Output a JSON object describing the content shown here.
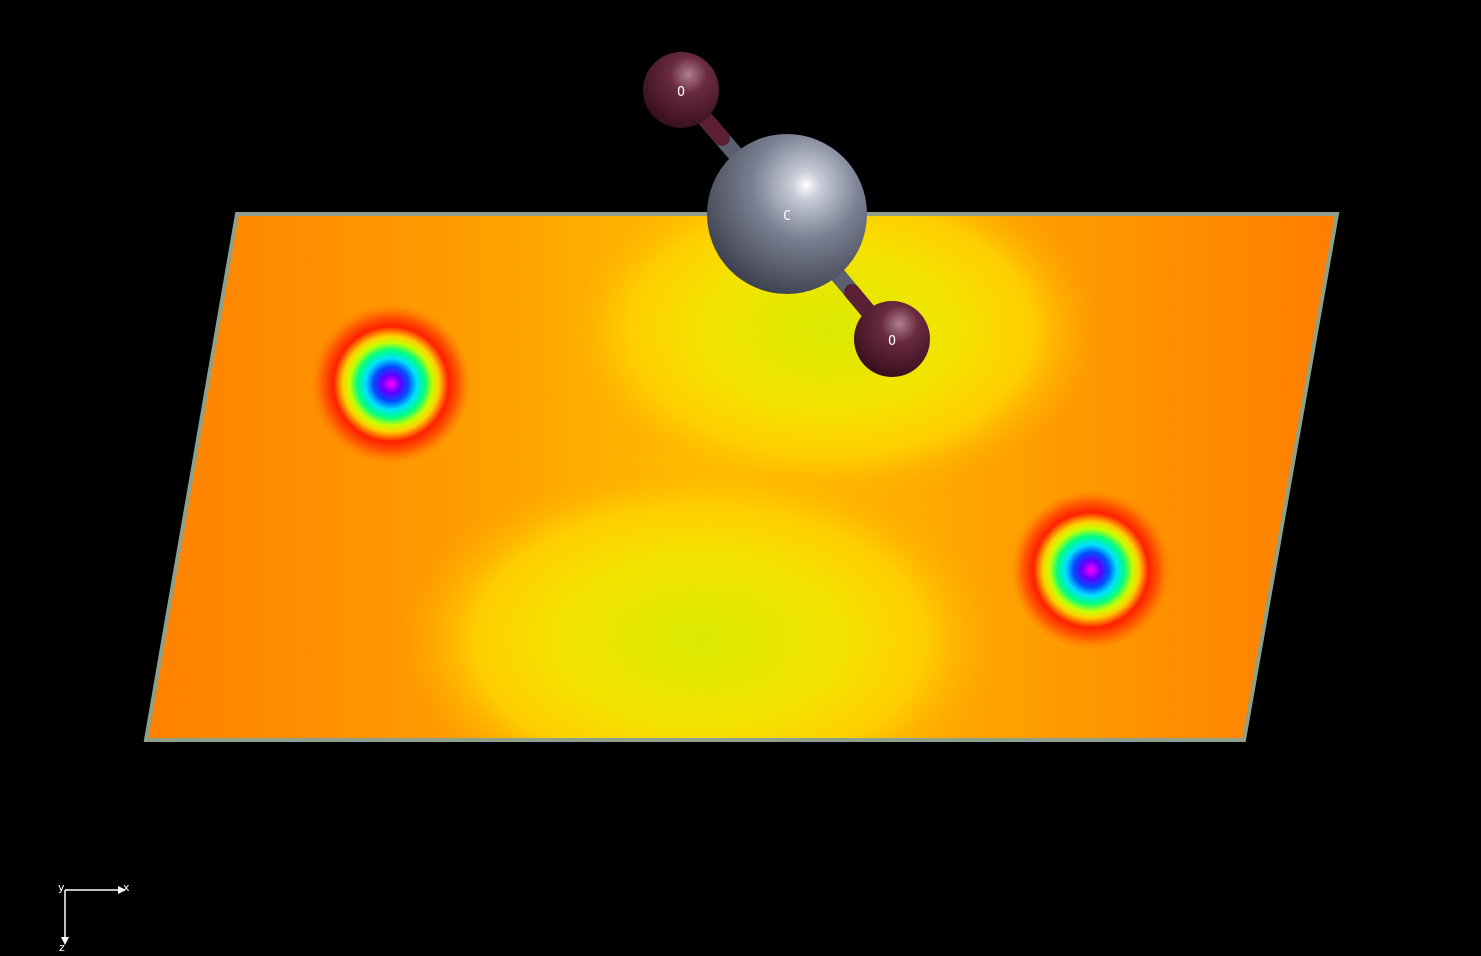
{
  "viewer": {
    "background": "#000000",
    "frame_color": "#8fa08a"
  },
  "slice_plane": {
    "colormap": "rainbow",
    "background_color": "#ff8a00",
    "mid_color": "#ffd200",
    "high_color": "#d4f500",
    "hotspot_colors": [
      "#ff2000",
      "#ffee00",
      "#00ffa0",
      "#0040ff",
      "#ff00ff"
    ]
  },
  "molecule": {
    "atoms": [
      {
        "id": "top-oxygen",
        "element": "O",
        "label": "O",
        "color": "#5a1f33"
      },
      {
        "id": "central-atom",
        "element": "C",
        "label": "C",
        "color": "#6e7388"
      },
      {
        "id": "bottom-oxygen",
        "element": "O",
        "label": "O",
        "color": "#5a1f33"
      }
    ]
  },
  "axes": {
    "x_label": "x",
    "y_label": "y",
    "z_label": "z"
  }
}
